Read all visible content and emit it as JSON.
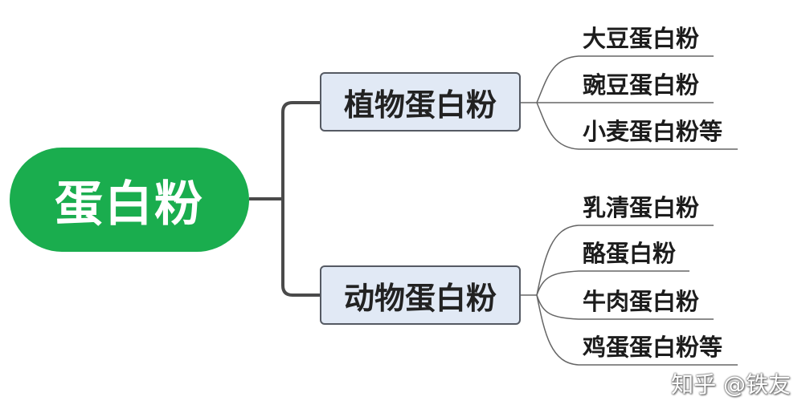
{
  "mindmap": {
    "root": {
      "label": "蛋白粉"
    },
    "branches": [
      {
        "label": "植物蛋白粉",
        "children": [
          "大豆蛋白粉",
          "豌豆蛋白粉",
          "小麦蛋白粉等"
        ]
      },
      {
        "label": "动物蛋白粉",
        "children": [
          "乳清蛋白粉",
          "酪蛋白粉",
          "牛肉蛋白粉",
          "鸡蛋蛋白粉等"
        ]
      }
    ]
  },
  "watermark": "知乎 @铁友",
  "colors": {
    "root_fill": "#1aad4e",
    "root_text": "#ffffff",
    "branch_fill": "#e1e9f5",
    "branch_border": "#555a63",
    "connector": "#4a4a4a",
    "leaf_connector": "#666666"
  }
}
